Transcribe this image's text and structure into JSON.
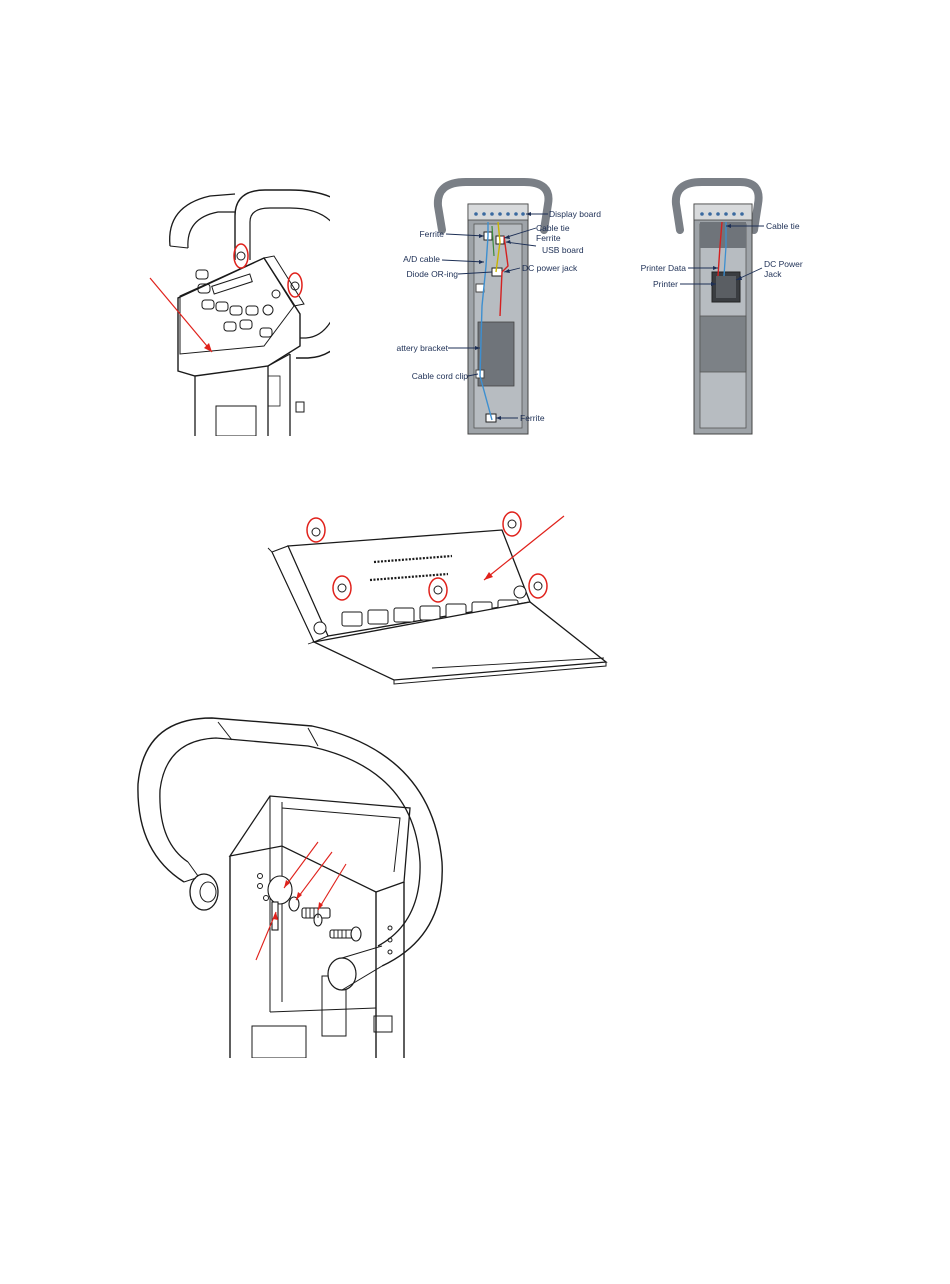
{
  "figures": {
    "open_column": {
      "labels": {
        "display_board": "Display board",
        "cable_tie": "Cable tie",
        "ferrite_top_right": "Ferrite",
        "usb_board": "USB board",
        "ferrite_left": "Ferrite",
        "ad_cable": "A/D cable",
        "diode_or_ing": "Diode OR-ing",
        "dc_power_jack": "DC power jack",
        "battery_bracket": "Battery bracket",
        "cable_cord_clip": "Cable cord clip",
        "ferrite_bottom": "Ferrite"
      }
    },
    "printer_column": {
      "labels": {
        "cable_tie": "Cable tie",
        "printer_data": "Printer Data",
        "dc_power_jack_line1": "DC Power",
        "dc_power_jack_line2": "Jack",
        "printer": "Printer"
      }
    }
  },
  "colors": {
    "callout_red": "#e0211b",
    "label_navy": "#1d2f55",
    "line": "#1a1a1a",
    "panel_gray": "#8f9499"
  }
}
